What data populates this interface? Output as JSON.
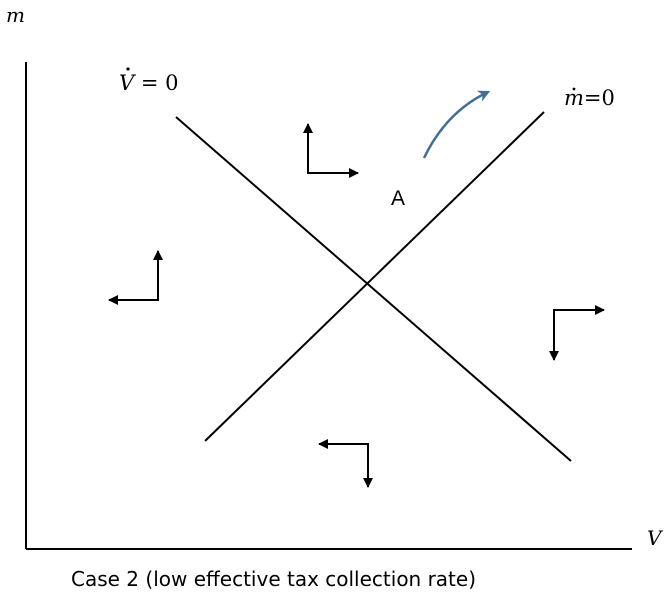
{
  "axes": {
    "y_label": "m",
    "x_label": "V"
  },
  "curves": {
    "v_dot_label": {
      "variable": "V",
      "equation": " = 0"
    },
    "m_dot_label": {
      "variable": "m",
      "equation": "=0"
    }
  },
  "point": {
    "label": "A"
  },
  "caption": "Case 2 (low effective tax collection rate)",
  "colors": {
    "line": "#000000",
    "trajectory_arrow": "#3f6e9a"
  }
}
